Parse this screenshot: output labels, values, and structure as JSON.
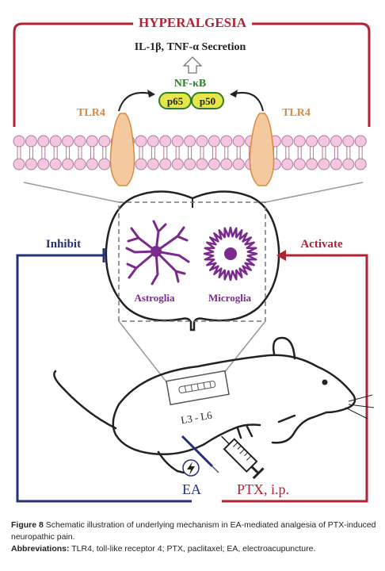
{
  "labels": {
    "hyperalgesia": "HYPERALGESIA",
    "secretion": "IL-1β, TNF-α Secretion",
    "nfkb": "NF-κB",
    "p65": "p65",
    "p50": "p50",
    "tlr4_left": "TLR4",
    "tlr4_right": "TLR4",
    "inhibit": "Inhibit",
    "activate": "Activate",
    "astroglia": "Astroglia",
    "microglia": "Microglia",
    "spine_level": "L3 - L6",
    "ea": "EA",
    "ptx": "PTX, i.p."
  },
  "caption": {
    "figure_label": "Figure 8",
    "figure_text": " Schematic illustration of underlying mechanism in EA-mediated analgesia of PTX-induced neuropathic pain.",
    "abbr_label": "Abbreviations:",
    "abbr_text": " TLR4, toll-like receptor 4; PTX, paclitaxel; EA, electroacupuncture."
  },
  "colors": {
    "red": "#b22234",
    "navy": "#23307a",
    "orange": "#d98a3a",
    "green": "#2f7d2f",
    "purple": "#7a2a8c",
    "membrane": "#f4c6df",
    "receptor": "#f5c9a0",
    "nfkb_fill": "#e6e64a"
  }
}
